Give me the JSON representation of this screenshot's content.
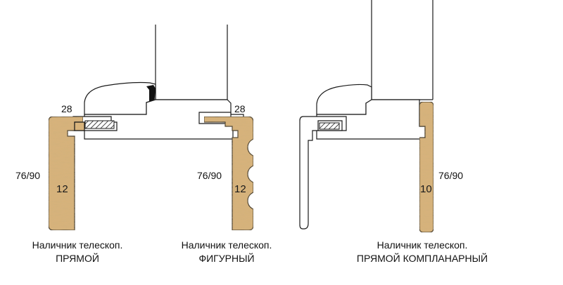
{
  "colors": {
    "wood": "#d9b47c",
    "wood_grain": "#c49a5c",
    "outline": "#1a1a1a",
    "background": "#ffffff",
    "seal": "#111111"
  },
  "diagrams": [
    {
      "name": "straight",
      "top_dimension": "28",
      "side_dimension": "76/90",
      "thickness": "12",
      "caption_line1": "Наличник телескоп.",
      "caption_line2": "ПРЯМОЙ"
    },
    {
      "name": "shaped",
      "top_dimension": "28",
      "side_dimension": "76/90",
      "thickness": "12",
      "caption_line1": "Наличник телескоп.",
      "caption_line2": "ФИГУРНЫЙ"
    },
    {
      "name": "straight-coplanar",
      "side_dimension": "76/90",
      "thickness": "10",
      "caption_line1": "Наличник телескоп.",
      "caption_line2": "ПРЯМОЙ КОМПЛАНАРНЫЙ"
    }
  ]
}
